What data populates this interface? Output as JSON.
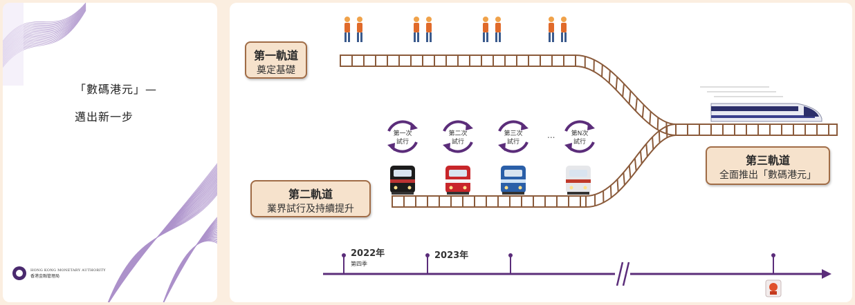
{
  "cover": {
    "title": "「數碼港元」—",
    "subtitle": "邁出新一步",
    "org_en": "HONG KONG MONETARY AUTHORITY",
    "org_zh": "香港金融管理局"
  },
  "tracks": {
    "track1": {
      "title": "第一軌道",
      "subtitle": "奠定基礎"
    },
    "track2": {
      "title": "第二軌道",
      "subtitle": "業界試行及持續提升"
    },
    "track3": {
      "title": "第三軌道",
      "subtitle": "全面推出「數碼港元」"
    }
  },
  "trials": [
    {
      "line1": "第一次",
      "line2": "試行"
    },
    {
      "line1": "第二次",
      "line2": "試行"
    },
    {
      "line1": "第三次",
      "line2": "試行"
    },
    {
      "line1": "第N次",
      "line2": "試行"
    }
  ],
  "ellipsis": "...",
  "timeline": {
    "labels": [
      {
        "year": "2022年",
        "note": "第四季"
      },
      {
        "year": "2023年",
        "note": ""
      }
    ]
  },
  "colors": {
    "purple": "#5b2d7a",
    "rail_brown": "#8a5a3a",
    "label_fill": "#f6e2cc",
    "label_border": "#a06c46"
  }
}
